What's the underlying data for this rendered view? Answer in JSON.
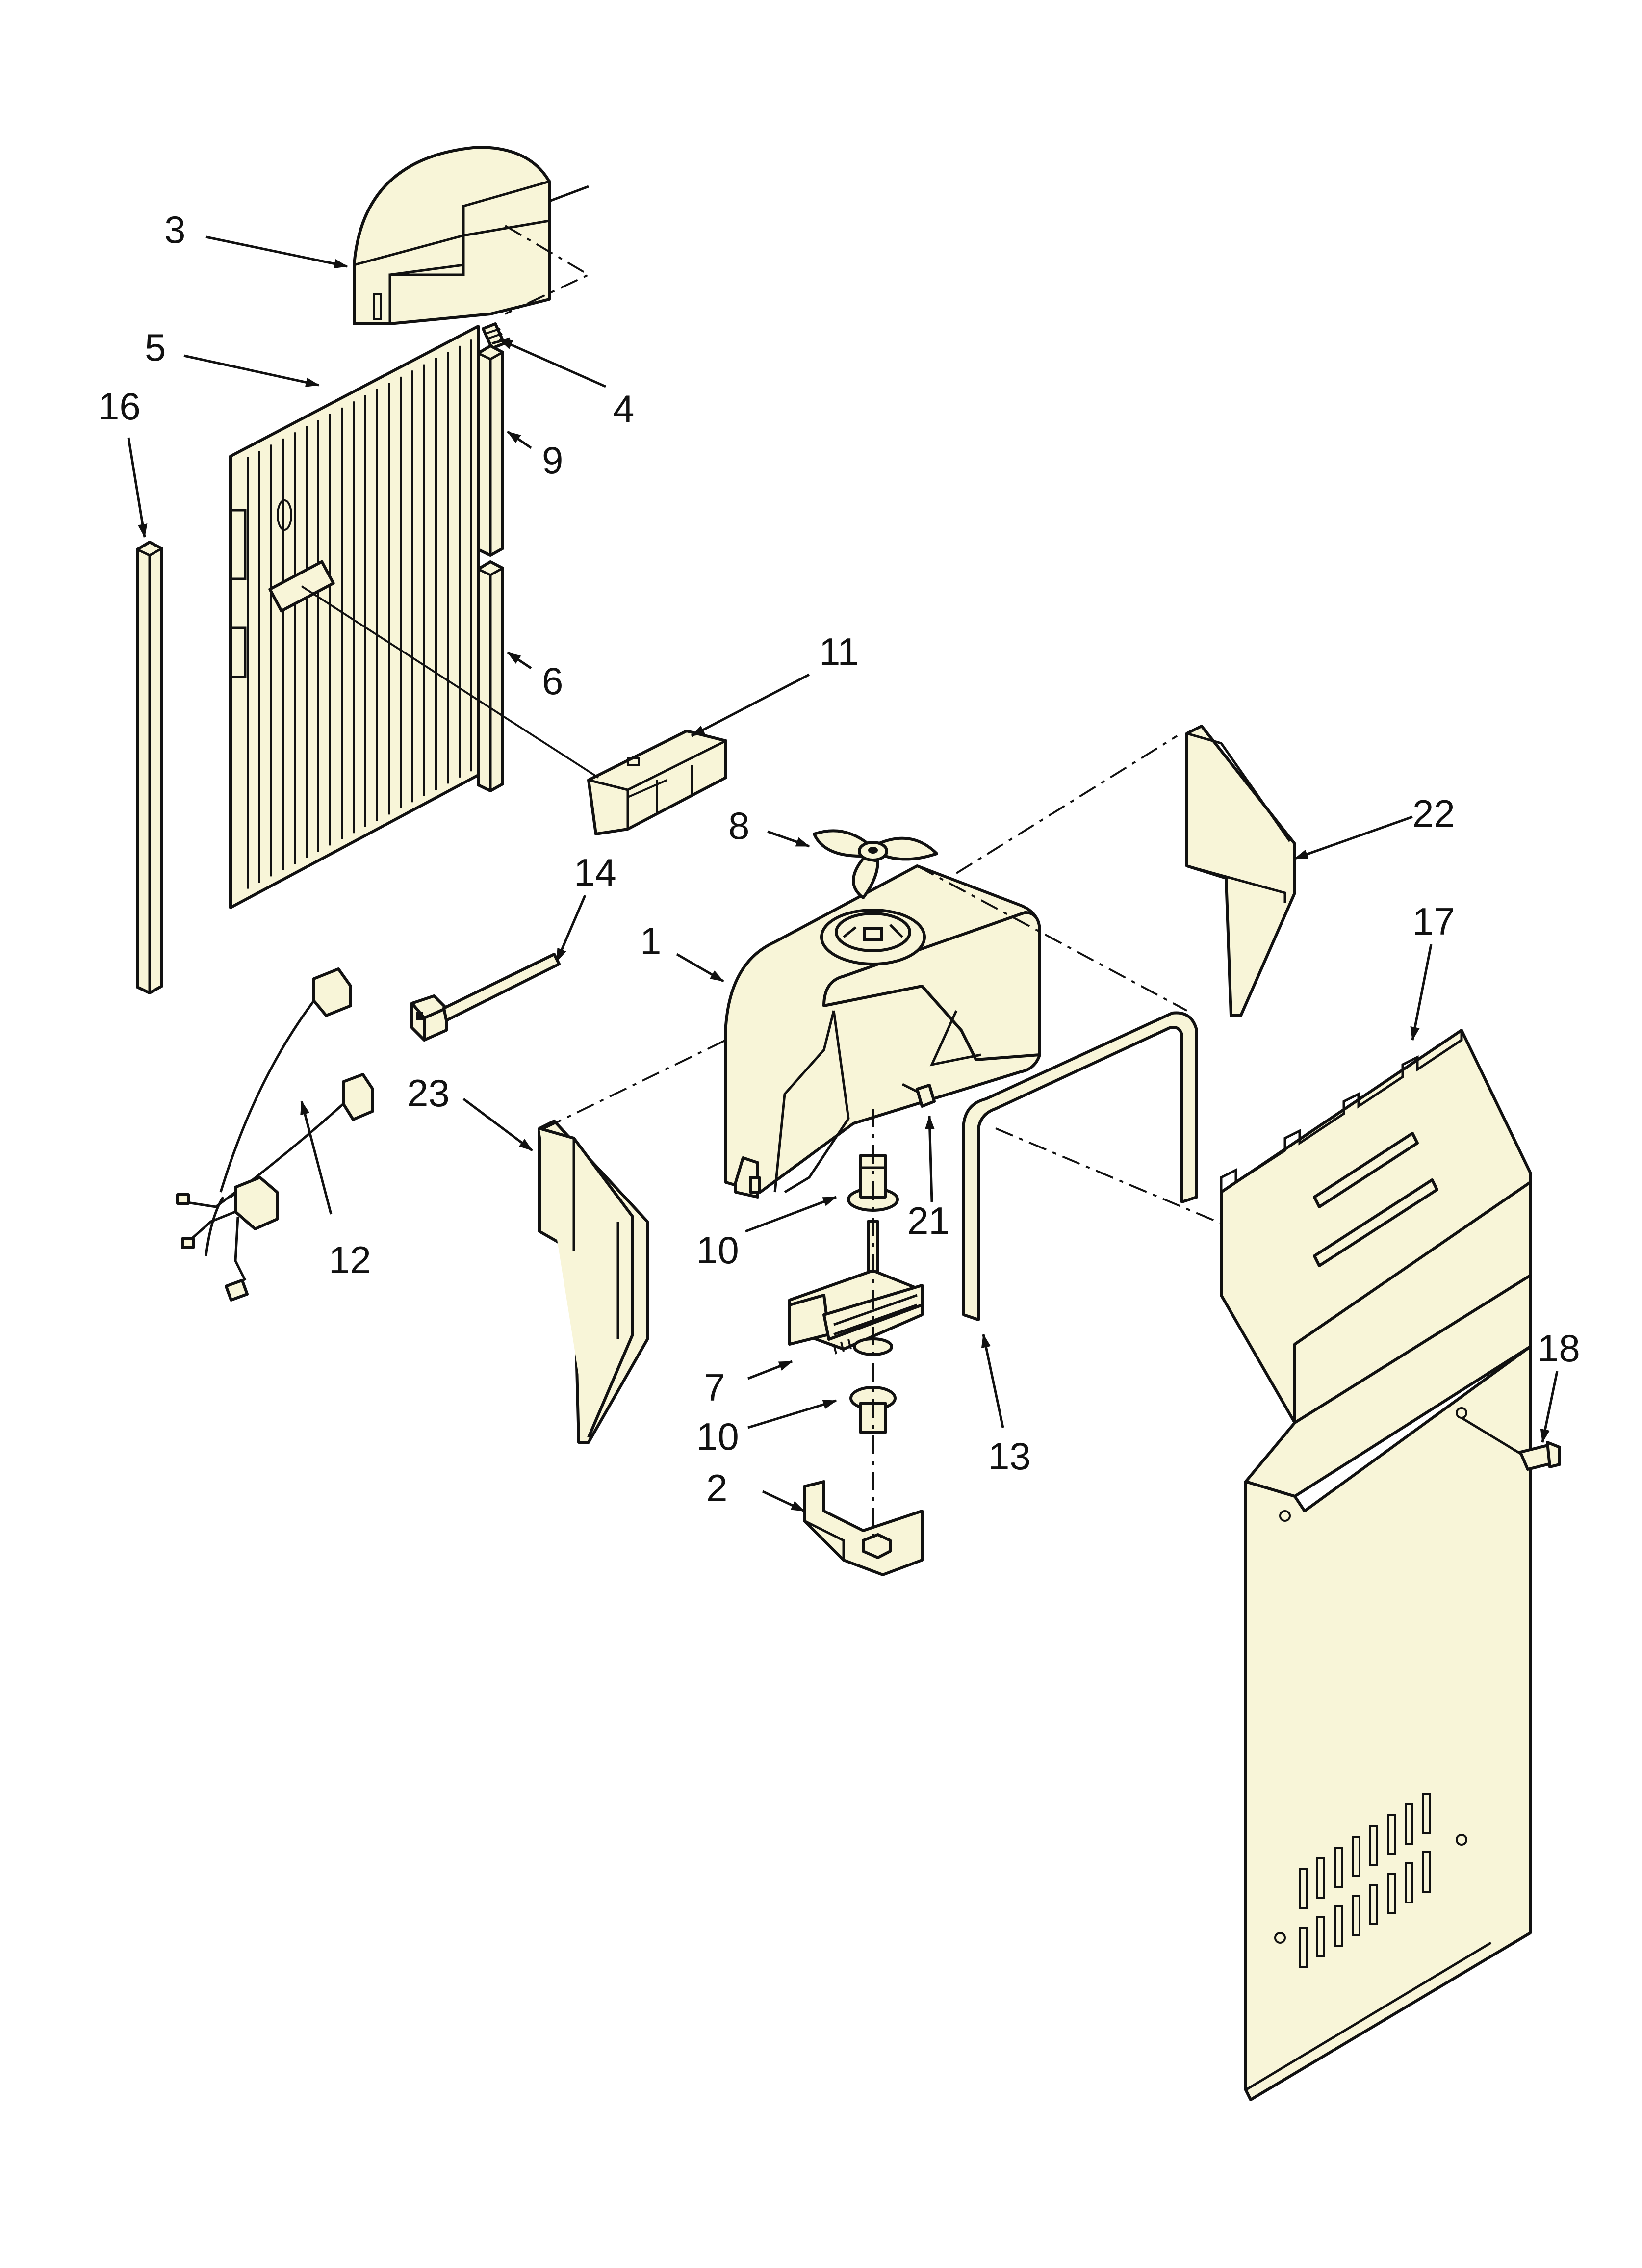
{
  "colors": {
    "background": "#ffffff",
    "line": "#111111",
    "part_fill": "#f8f5d8"
  },
  "callouts": [
    {
      "id": "c1",
      "text": "1"
    },
    {
      "id": "c2",
      "text": "2"
    },
    {
      "id": "c3",
      "text": "3"
    },
    {
      "id": "c4",
      "text": "4"
    },
    {
      "id": "c5",
      "text": "5"
    },
    {
      "id": "c6",
      "text": "6"
    },
    {
      "id": "c7",
      "text": "7"
    },
    {
      "id": "c8",
      "text": "8"
    },
    {
      "id": "c9",
      "text": "9"
    },
    {
      "id": "c10a",
      "text": "10"
    },
    {
      "id": "c10b",
      "text": "10"
    },
    {
      "id": "c11",
      "text": "11"
    },
    {
      "id": "c12",
      "text": "12"
    },
    {
      "id": "c13",
      "text": "13"
    },
    {
      "id": "c14",
      "text": "14"
    },
    {
      "id": "c16",
      "text": "16"
    },
    {
      "id": "c17",
      "text": "17"
    },
    {
      "id": "c18",
      "text": "18"
    },
    {
      "id": "c21",
      "text": "21"
    },
    {
      "id": "c22",
      "text": "22"
    },
    {
      "id": "c23",
      "text": "23"
    }
  ]
}
